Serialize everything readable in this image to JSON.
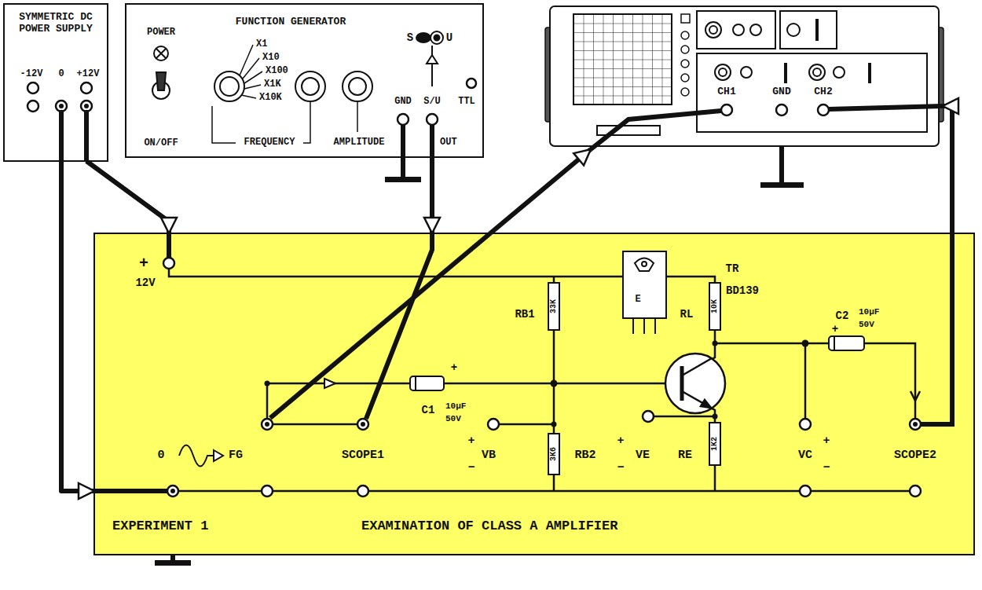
{
  "diagram": {
    "nodes": [
      {
        "text": [
          "SYMMETRIC DC POWER SUPPLY"
        ]
      },
      {
        "text": [
          "FUNCTION GENERATOR"
        ]
      },
      {
        "text": [
          "CH1",
          "GND",
          "CH2"
        ]
      },
      {
        "text": [
          "EXPERIMENT 1",
          "EXAMINATION OF CLASS A AMPLIFIER"
        ]
      }
    ],
    "edges": [
      {
        "from": 0,
        "to": 3,
        "arrow": "to"
      },
      {
        "from": 0,
        "to": 3,
        "arrow": "to"
      },
      {
        "from": 1,
        "to": 3,
        "arrow": "to"
      },
      {
        "from": 3,
        "to": 2,
        "arrow": "to"
      },
      {
        "from": 3,
        "to": 2,
        "arrow": "to"
      }
    ],
    "labels": [
      "-12V",
      "0",
      "+12V",
      "POWER",
      "ON/OFF",
      "X1",
      "X10",
      "X100",
      "X1K",
      "X10K",
      "FREQUENCY",
      "AMPLITUDE",
      "S",
      "U",
      "GND",
      "S/U",
      "OUT",
      "TTL",
      "+",
      "12V",
      "RB1",
      "33K",
      "RL",
      "10K",
      "TR",
      "BD139",
      "E",
      "C2",
      "10μF",
      "50V",
      "+",
      "+",
      "C1",
      "10μF",
      "50V",
      "0",
      "FG",
      "SCOPE1",
      "+",
      "VB",
      "−",
      "3K6",
      "RB2",
      "+",
      "VE",
      "−",
      "RE",
      "1K2",
      "VC",
      "+",
      "−",
      "SCOPE2"
    ]
  }
}
